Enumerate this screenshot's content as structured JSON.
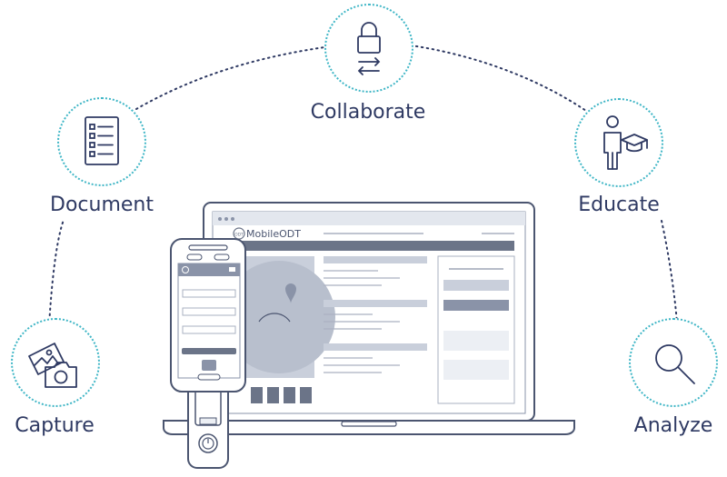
{
  "steps": [
    {
      "id": "capture",
      "label": "Capture",
      "icon": "photo-camera-icon"
    },
    {
      "id": "document",
      "label": "Document",
      "icon": "checklist-icon"
    },
    {
      "id": "collaborate",
      "label": "Collaborate",
      "icon": "lock-exchange-icon"
    },
    {
      "id": "educate",
      "label": "Educate",
      "icon": "graduate-icon"
    },
    {
      "id": "analyze",
      "label": "Analyze",
      "icon": "magnifier-icon"
    }
  ],
  "app": {
    "brand": "MobileODT",
    "brand_mark": "ODT"
  },
  "colors": {
    "accent": "#3fb6c6",
    "text": "#2f3a63",
    "outline": "#4b5570",
    "panel": "#c9cfdb",
    "dark_bar": "#6b7488"
  }
}
